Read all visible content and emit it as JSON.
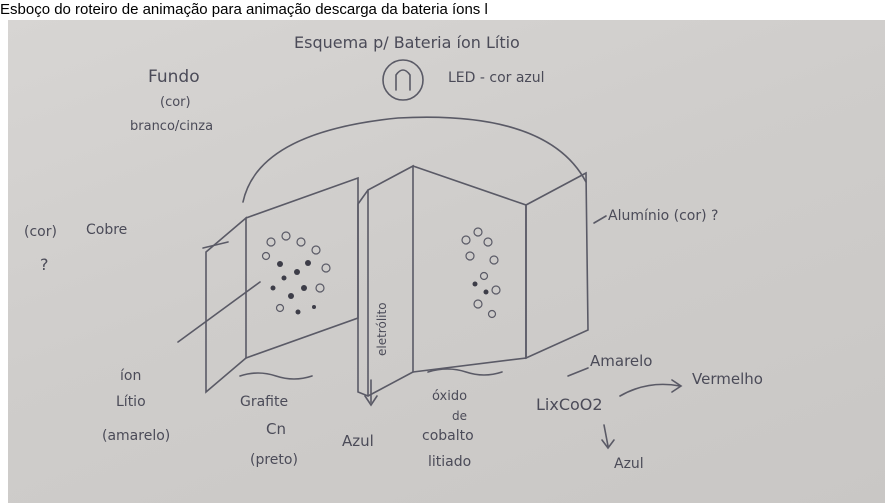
{
  "caption": {
    "prefix": "",
    "text": "Esboço do roteiro de animação para animação descarga da bateria íons l"
  },
  "sketch": {
    "title": "Esquema p/ Bateria íon Lítio",
    "led_label": "LED - cor azul",
    "fundo_label": "Fundo",
    "fundo_cor": "(cor)",
    "fundo_value": "branco/cinza",
    "cor_label": "(cor)",
    "cor_question": "?",
    "cobre_label": "Cobre",
    "aluminio_label": "Alumínio (cor) ?",
    "eletrolito_label": "eletrólito",
    "ion_label_1": "íon",
    "ion_label_2": "Lítio",
    "ion_label_3": "(amarelo)",
    "grafite_label": "Grafite",
    "grafite_formula": "Cn",
    "grafite_color": "(preto)",
    "azul_label_1": "Azul",
    "oxido_label_1": "óxido",
    "oxido_label_2": "de",
    "oxido_label_3": "cobalto",
    "oxido_label_4": "litiado",
    "amarelo_label": "Amarelo",
    "formula": "LixCoO2",
    "vermelho_label": "Vermelho",
    "azul_label_2": "Azul"
  }
}
